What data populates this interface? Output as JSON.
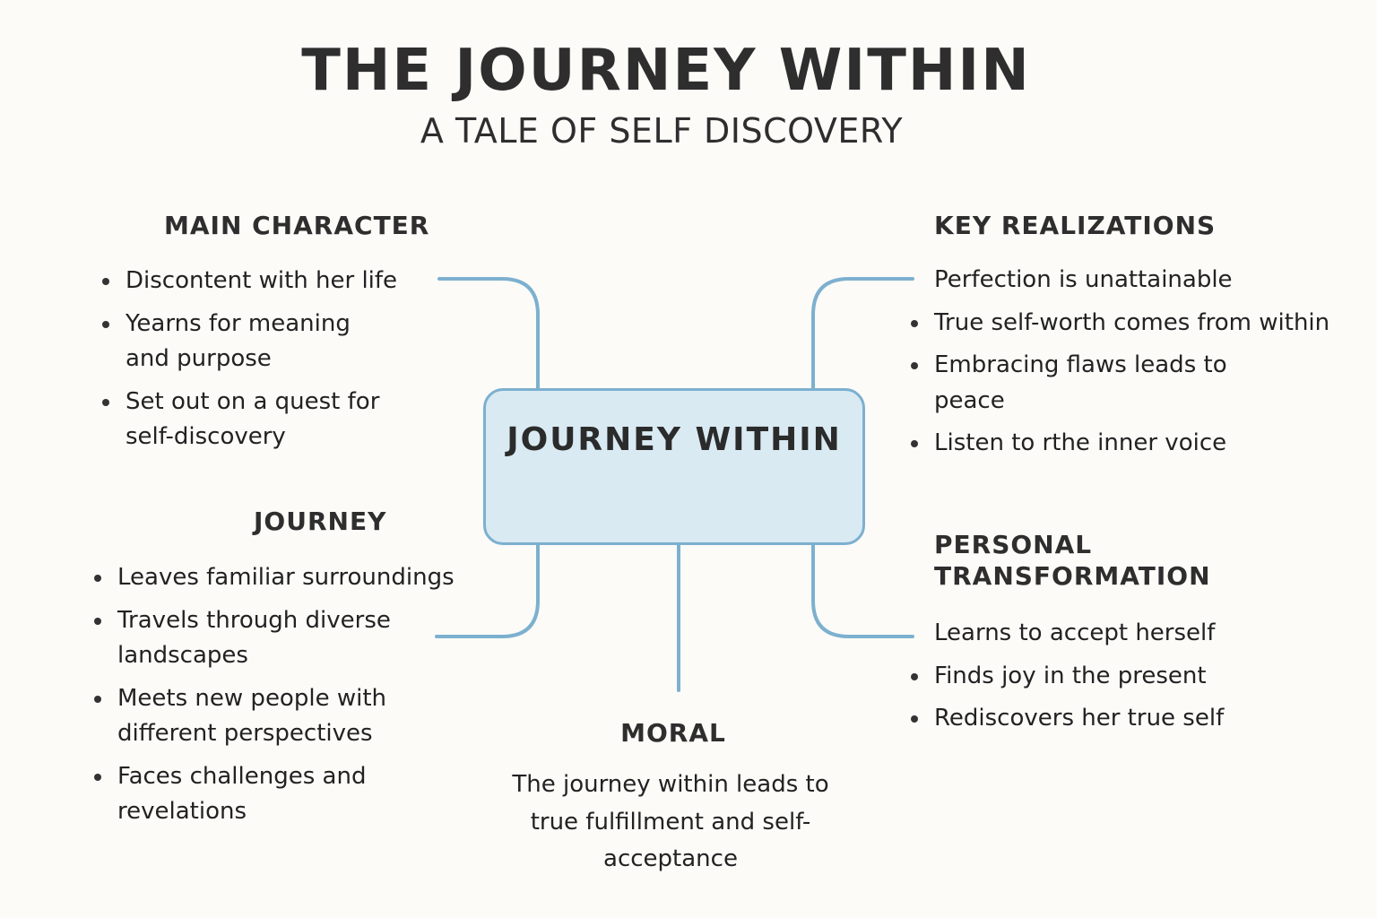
{
  "title": "THE JOURNEY WITHIN",
  "subtitle": "A TALE OF SELF DISCOVERY",
  "center": {
    "label": "JOURNEY WITHIN"
  },
  "colors": {
    "connector": "#7db0cf",
    "center_fill": "#d9eaf3",
    "background": "#fcfbf8",
    "text": "#2b2b2b"
  },
  "sections": {
    "main_character": {
      "heading": "MAIN CHARACTER",
      "items": [
        "Discontent with her life",
        "Yearns for meaning and purpose",
        "Set out on a quest for self-discovery"
      ]
    },
    "journey": {
      "heading": "JOURNEY",
      "items": [
        "Leaves familiar surroundings",
        "Travels through diverse landscapes",
        "Meets new people with different perspectives",
        "Faces challenges and revelations"
      ]
    },
    "key_realizations": {
      "heading": "KEY REALIZATIONS",
      "items": [
        "Perfection is unattainable",
        "True self-worth comes from within",
        "Embracing flaws leads to peace",
        "Listen to rthe inner voice"
      ]
    },
    "personal_transformation": {
      "heading_line1": "PERSONAL",
      "heading_line2": "TRANSFORMATION",
      "items": [
        "Learns to accept herself",
        "Finds joy in the present",
        "Rediscovers her true self"
      ]
    },
    "moral": {
      "heading": "MORAL",
      "text": "The journey within leads to true fulfillment and self-acceptance"
    }
  }
}
